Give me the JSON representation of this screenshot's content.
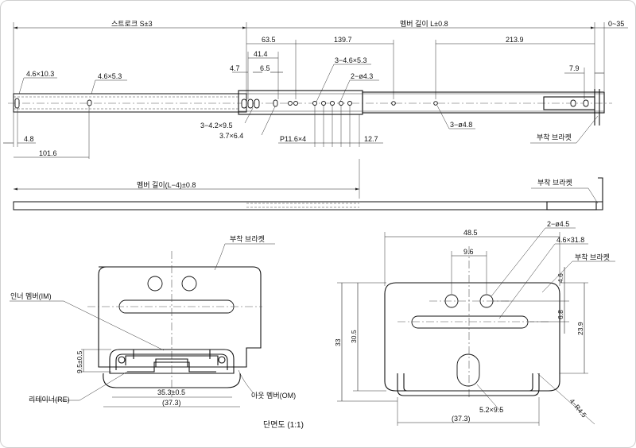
{
  "dimensions": {
    "stroke": "스트로크 S±3",
    "member_length": "멤버 길이 L±0.8",
    "end_range": "0~35",
    "d63_5": "63.5",
    "d139_7": "139.7",
    "d213_9": "213.9",
    "d41_4": "41.4",
    "d4_7": "4.7",
    "d6_5": "6.5",
    "holes_3x4_6x5_3": "3−4.6×5.3",
    "holes_2xdia4_3": "2−ø4.3",
    "d7_9": "7.9",
    "slot_4_6x10_3": "4.6×10.3",
    "slot_4_6x5_3": "4.6×5.3",
    "slots_3x4_2x9_5": "3−4.2×9.5",
    "slot_3_7x6_4": "3.7×6.4",
    "holes_3xdia4_8": "3−ø4.8",
    "d4_8": "4.8",
    "d101_6": "101.6",
    "pitch": "P11.6×4",
    "d12_7": "12.7",
    "member_length_l4": "멤버 길이(L−4)±0.8",
    "s_48_5": "48.5",
    "s_2xdia4_5": "2−ø4.5",
    "s_4_6x31_8": "4.6×31.8",
    "s_9_6": "9.6",
    "s_4_6": "4.6",
    "s_6_8": "6.8",
    "s_23_9": "23.9",
    "s_33": "33",
    "s_30_5": "30.5",
    "s_5_2x9_5": "5.2×9.5",
    "s_37_3": "(37.3)",
    "s_r4_5": "4−R4.5",
    "c_9_5": "9.5±0.5",
    "c_35_3": "35.3±0.5",
    "c_37_3": "(37.3)"
  },
  "labels": {
    "mounting_bracket": "부착 브라켓",
    "inner_member": "인너 멤버(IM)",
    "retainer": "리테이너(RE)",
    "outer_member": "아웃 멤버(OM)",
    "section_title": "단면도 (1:1)"
  }
}
